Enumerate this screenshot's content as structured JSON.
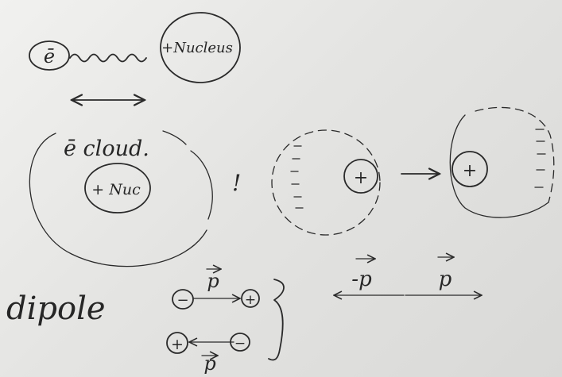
{
  "labels": {
    "electron": "ē",
    "nucleus": "+Nucleus",
    "cloud": "ē cloud.",
    "nuc_small": "+ Nuc",
    "plus": "+",
    "minus": "−",
    "dipole": "dipole",
    "p": "p",
    "neg_p": "-p",
    "colon": "!"
  },
  "colors": {
    "ink": "#2a2a2a",
    "paper": "#ececea"
  }
}
